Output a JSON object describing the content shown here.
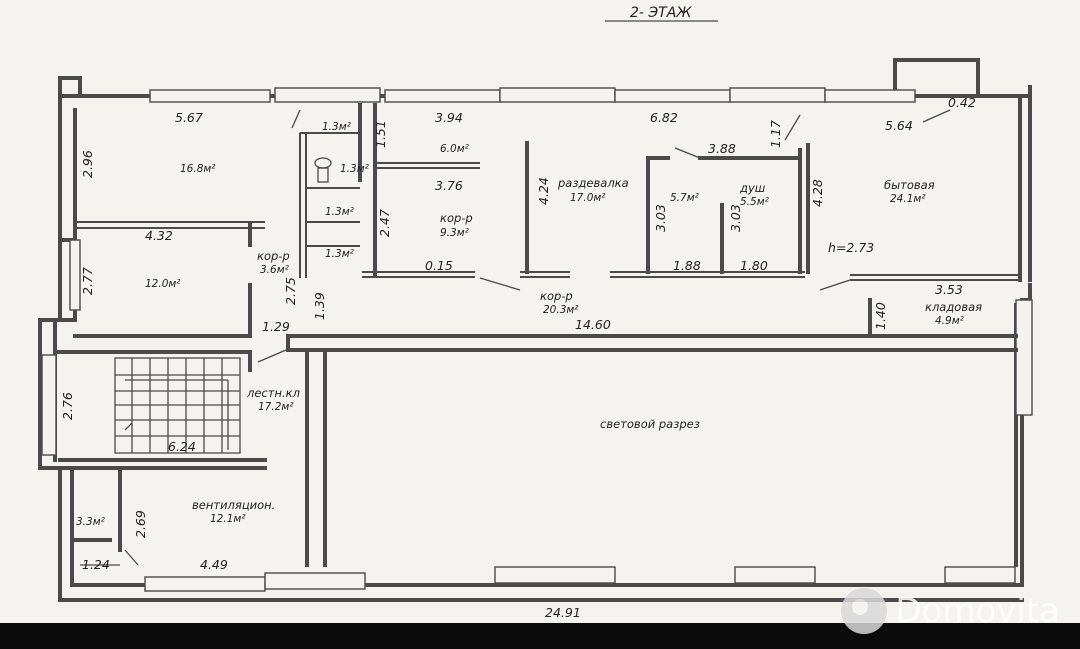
{
  "floor_title": "2- ЭТАЖ",
  "watermark": "Domovita",
  "rooms": {
    "r1": {
      "area": "16.8м²"
    },
    "wc_top": {
      "area": "1.3м²"
    },
    "wc2": {
      "area": "1.3м²"
    },
    "wc3": {
      "area": "1.3м²"
    },
    "wc4": {
      "area": "1.3м²"
    },
    "small6": {
      "area": "6.0м²"
    },
    "kor1": {
      "name": "кор-р",
      "area": "9.3м²"
    },
    "razd": {
      "name": "раздевалка",
      "area": "17.0м²"
    },
    "r57": {
      "area": "5.7м²"
    },
    "dush": {
      "name": "душ",
      "area": "5.5м²"
    },
    "byt": {
      "name": "бытовая",
      "area": "24.1м²"
    },
    "r12": {
      "area": "12.0м²"
    },
    "kor2": {
      "name": "кор-р",
      "area": "3.6м²"
    },
    "kor3": {
      "name": "кор-р",
      "area": "20.3м²"
    },
    "klad": {
      "name": "кладовая",
      "area": "4.9м²"
    },
    "lest": {
      "name": "лестн.кл",
      "area": "17.2м²"
    },
    "svet": {
      "name": "световой разрез"
    },
    "vent": {
      "name": "вентиляцион.",
      "area": "12.1м²"
    },
    "r33": {
      "area": "3.3м²"
    }
  },
  "dims": {
    "d567": "5.67",
    "d394": "3.94",
    "d682": "6.82",
    "d042": "0.42",
    "d564": "5.64",
    "d296": "2.96",
    "d151": "1.51",
    "d117": "1.17",
    "d388": "3.88",
    "d376": "3.76",
    "d424": "4.24",
    "d428": "4.28",
    "d303a": "3.03",
    "d303b": "3.03",
    "d432": "4.32",
    "d247": "2.47",
    "h": "h=2.73",
    "d277": "2.77",
    "d015": "0.15",
    "d188": "1.88",
    "d180": "1.80",
    "d353": "3.53",
    "d275": "2.75",
    "d139": "1.39",
    "d140": "1.40",
    "d129": "1.29",
    "d1460": "14.60",
    "d276": "2.76",
    "d624": "6.24",
    "d269": "2.69",
    "d124": "1.24",
    "d449": "4.49",
    "d2491": "24.91"
  }
}
